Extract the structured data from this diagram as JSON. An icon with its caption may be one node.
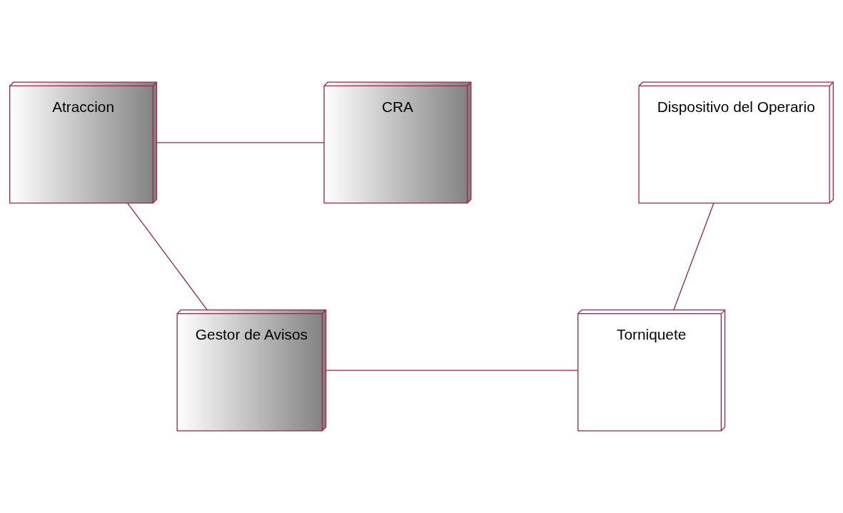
{
  "diagram": {
    "nodes": [
      {
        "text": [
          "Atraccion"
        ]
      },
      {
        "text": [
          "CRA"
        ]
      },
      {
        "text": [
          "Dispositivo del Operario"
        ]
      },
      {
        "text": [
          "Gestor de Avisos"
        ]
      },
      {
        "text": [
          "Torniquete"
        ]
      }
    ],
    "edges": [
      {
        "from": 0,
        "to": 1,
        "arrow": "none"
      },
      {
        "from": 0,
        "to": 3,
        "arrow": "none"
      },
      {
        "from": 2,
        "to": 4,
        "arrow": "none"
      },
      {
        "from": 3,
        "to": 4,
        "arrow": "none"
      }
    ]
  }
}
